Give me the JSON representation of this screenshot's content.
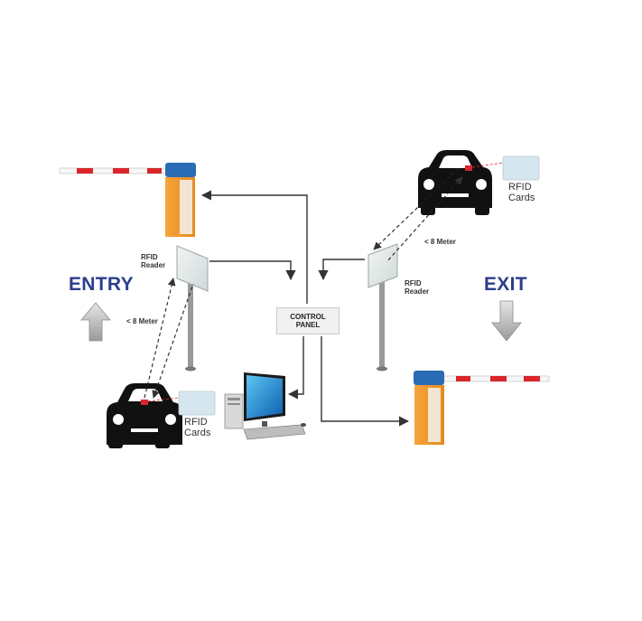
{
  "labels": {
    "entry": "ENTRY",
    "exit": "EXIT",
    "control_panel": "CONTROL\nPANEL",
    "rfid_reader_left": "RFID\nReader",
    "rfid_reader_right": "RFID\nReader",
    "rfid_cards_left": "RFID\nCards",
    "rfid_cards_right": "RFID\nCards",
    "distance_left": "< 8 Meter",
    "distance_right": "< 8 Meter"
  },
  "colors": {
    "text_blue": "#2c3e8c",
    "barrier_orange": "#f39c2b",
    "barrier_cap_blue": "#2a6bb5",
    "boom_red": "#d9262c",
    "car": "#111111",
    "connector": "#333333"
  }
}
